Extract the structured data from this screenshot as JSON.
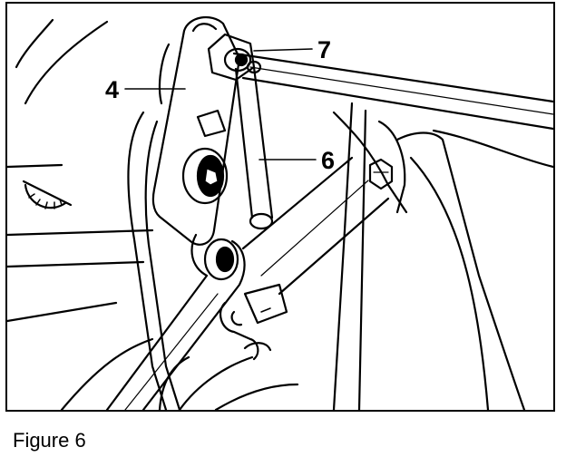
{
  "callouts": [
    {
      "id": "callout-4",
      "label": "4"
    },
    {
      "id": "callout-6",
      "label": "6"
    },
    {
      "id": "callout-7",
      "label": "7"
    }
  ],
  "caption": "Figure 6",
  "colors": {
    "ink": "#000000",
    "paper": "#ffffff",
    "shade": "#dcdcdc"
  }
}
